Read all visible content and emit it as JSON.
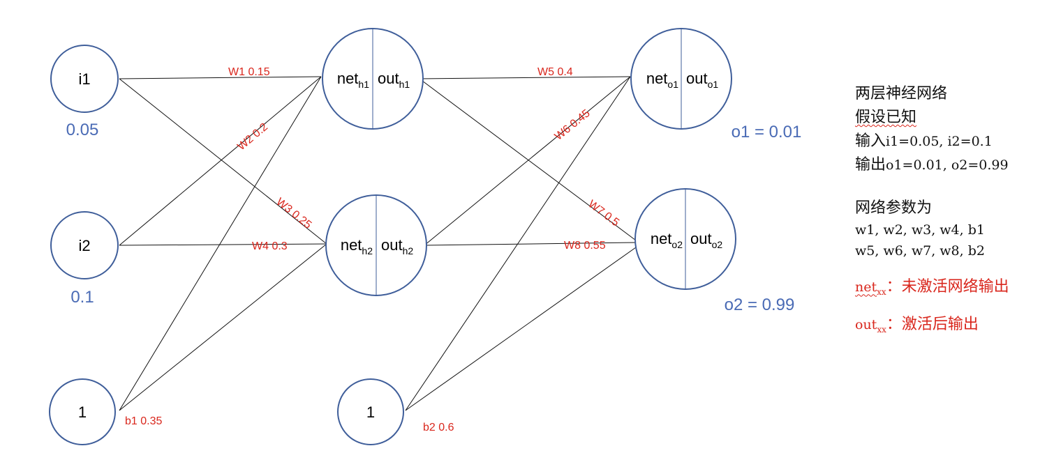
{
  "nodes": {
    "i1": {
      "label": "i1",
      "value": "0.05"
    },
    "i2": {
      "label": "i2",
      "value": "0.1"
    },
    "bias1": {
      "label": "1"
    },
    "h1": {
      "net_main": "net",
      "net_sub": "h1",
      "out_main": "out",
      "out_sub": "h1"
    },
    "h2": {
      "net_main": "net",
      "net_sub": "h2",
      "out_main": "out",
      "out_sub": "h2"
    },
    "bias2": {
      "label": "1"
    },
    "o1": {
      "net_main": "net",
      "net_sub": "o1",
      "out_main": "out",
      "out_sub": "o1",
      "target": "o1 = 0.01"
    },
    "o2": {
      "net_main": "net",
      "net_sub": "o2",
      "out_main": "out",
      "out_sub": "o2",
      "target": "o2 = 0.99"
    }
  },
  "weights": {
    "w1": "W1  0.15",
    "w2": "W2  0.2",
    "w3": "W3  0.25",
    "w4": "W4  0.3",
    "w5": "W5  0.4",
    "w6": "W6  0.45",
    "w7": "W7  0.5",
    "w8": "W8  0.55",
    "b1": "b1  0.35",
    "b2": "b2  0.6"
  },
  "notes": {
    "title": "两层神经网络",
    "assume": "假设已知",
    "input_prefix": "输入",
    "input_values": "i1=0.05, i2=0.1",
    "output_prefix": "输出",
    "output_values": "o1=0.01, o2=0.99",
    "params_title": "网络参数为",
    "params_line1": "w1, w2, w3, w4, b1",
    "params_line2": "w5, w6, w7, w8, b2",
    "net_main": "net",
    "net_sub": "xx",
    "net_desc": "：未激活网络输出",
    "out_main": "out",
    "out_sub": "xx",
    "out_desc": "：激活后输出"
  },
  "colors": {
    "node_stroke": "#3f5e9a",
    "weight_text": "#d9261c",
    "value_text": "#4a6bb5"
  }
}
